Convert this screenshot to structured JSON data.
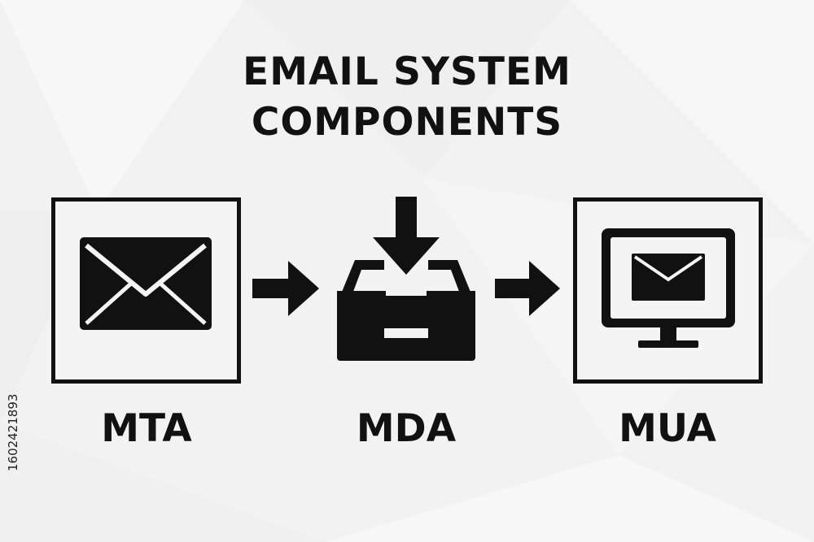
{
  "diagram": {
    "title_lines": [
      "EMAIL SYSTEM",
      "COMPONENTS"
    ],
    "nodes": [
      {
        "id": "mta",
        "label": "MTA",
        "icon": "envelope-icon"
      },
      {
        "id": "mda",
        "label": "MDA",
        "icon": "inbox-tray-download-icon"
      },
      {
        "id": "mua",
        "label": "MUA",
        "icon": "monitor-mail-icon"
      }
    ],
    "edges": [
      {
        "from": "mta",
        "to": "mda",
        "icon": "arrow-right-icon"
      },
      {
        "from": "mda",
        "to": "mua",
        "icon": "arrow-right-icon"
      }
    ],
    "stock_id": "1602421893",
    "colors": {
      "ink": "#111111",
      "background": "#f2f2f2"
    }
  }
}
